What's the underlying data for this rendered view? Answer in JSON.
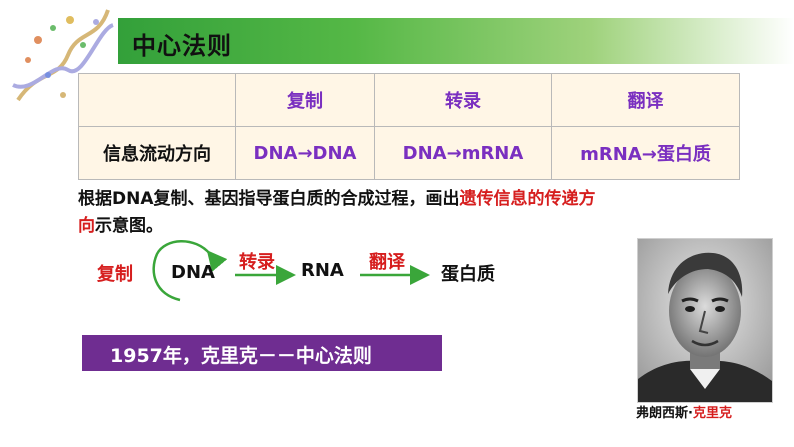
{
  "title": "中心法则",
  "table": {
    "headers": [
      "",
      "复制",
      "转录",
      "翻译"
    ],
    "row_label": "信息流动方向",
    "values": [
      "DNA→DNA",
      "DNA→mRNA",
      "mRNA→蛋白质"
    ]
  },
  "description": {
    "part1": "根据DNA复制、基因指导蛋白质的合成过程，画出",
    "highlight1": "遗传信息的传递方",
    "highlight2": "向",
    "part2": "示意图。"
  },
  "flow": {
    "replication": "复制",
    "dna": "DNA",
    "transcription": "转录",
    "rna": "RNA",
    "translation": "翻译",
    "protein": "蛋白质"
  },
  "banner": "1957年，克里克－－中心法则",
  "portrait": {
    "caption_part1": "弗朗西斯·",
    "caption_part2": "克里克"
  },
  "colors": {
    "title_bar": "#33a03a",
    "purple": "#7a2fc0",
    "red": "#d61e1e",
    "banner": "#6f2d91",
    "table_bg": "#fff6e6",
    "arrow_green": "#3aa63a"
  }
}
